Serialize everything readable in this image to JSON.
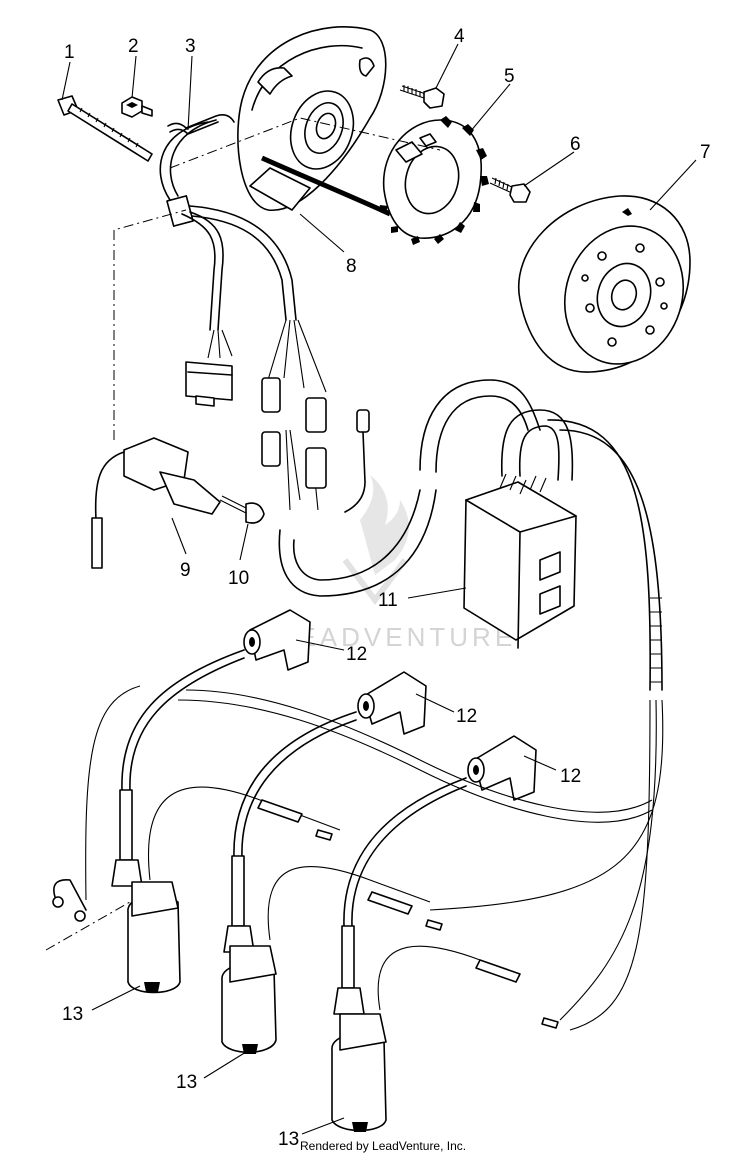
{
  "callouts": {
    "c1": "1",
    "c2": "2",
    "c3": "3",
    "c4": "4",
    "c5": "5",
    "c6": "6",
    "c7": "7",
    "c8": "8",
    "c9": "9",
    "c10": "10",
    "c11": "11",
    "c12a": "12",
    "c12b": "12",
    "c12c": "12",
    "c13a": "13",
    "c13b": "13",
    "c13c": "13"
  },
  "watermark": "LEADVENTURE",
  "footer": {
    "credit": "Rendered by LeadVenture, Inc."
  }
}
